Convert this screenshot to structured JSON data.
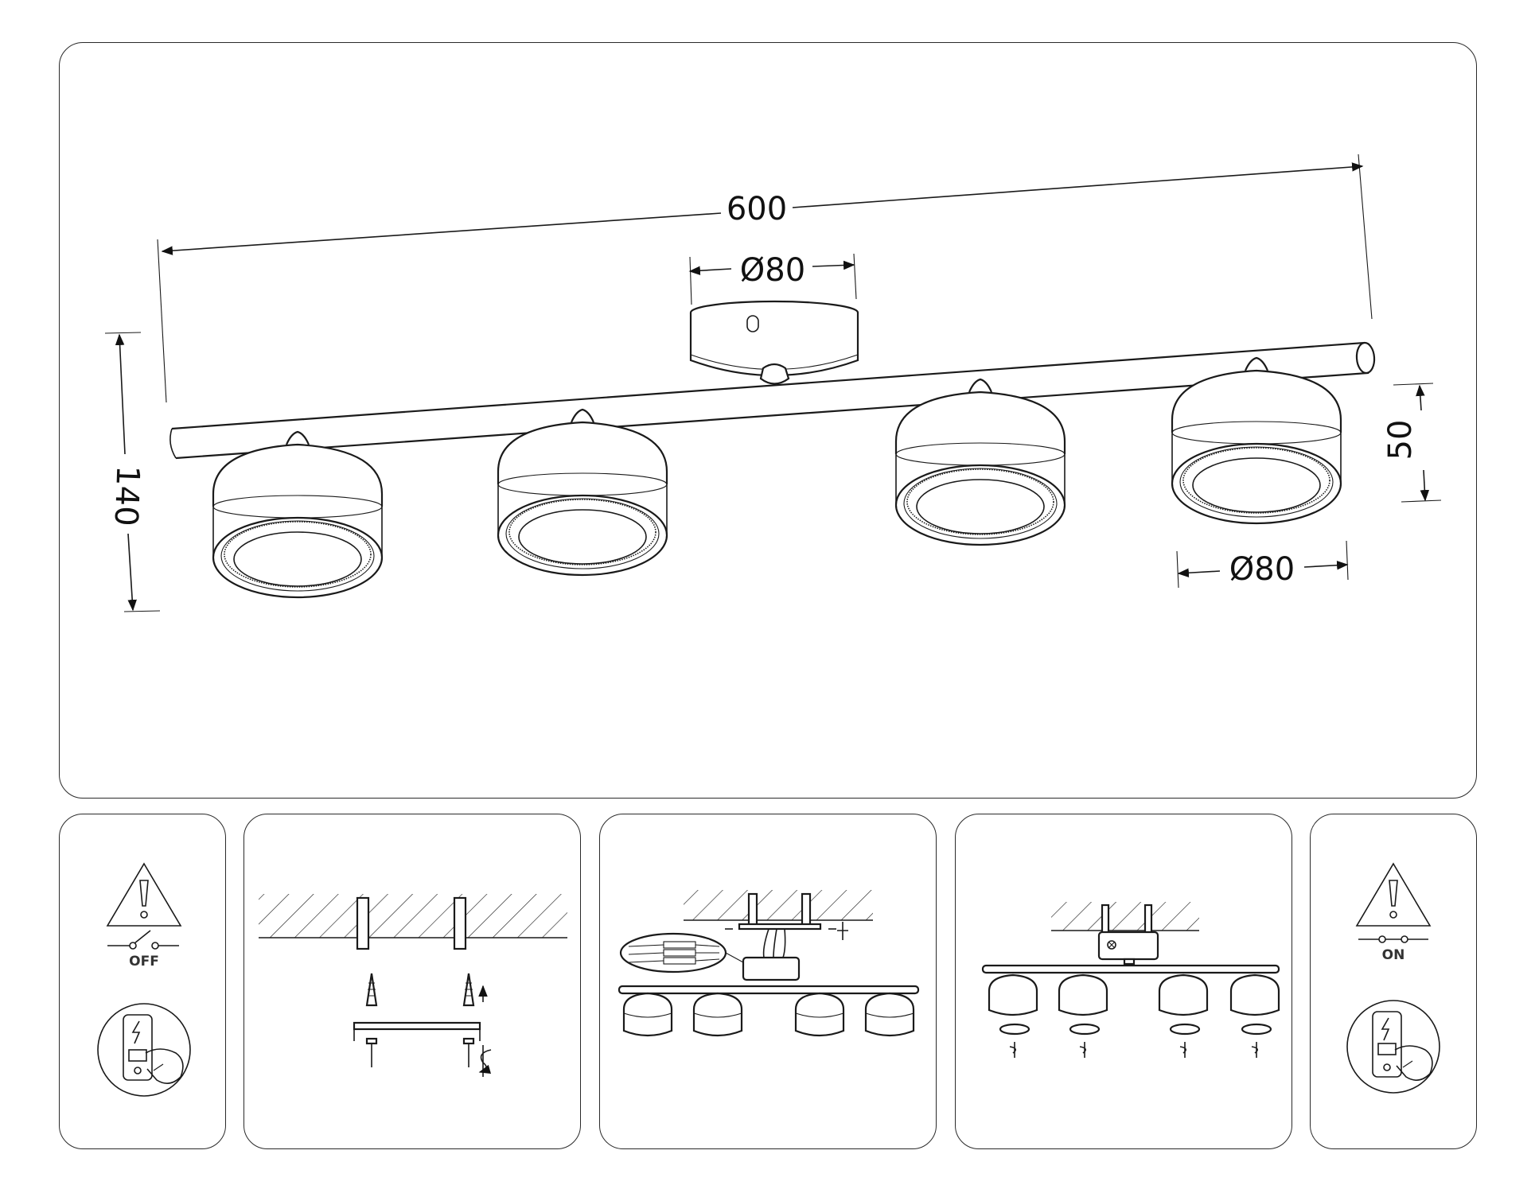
{
  "dimensions": {
    "length": "600",
    "canopy_diameter": "Ø80",
    "height": "140",
    "shade_height": "50",
    "shade_diameter": "Ø80"
  },
  "steps": {
    "power_off_label": "OFF",
    "power_on_label": "ON"
  }
}
